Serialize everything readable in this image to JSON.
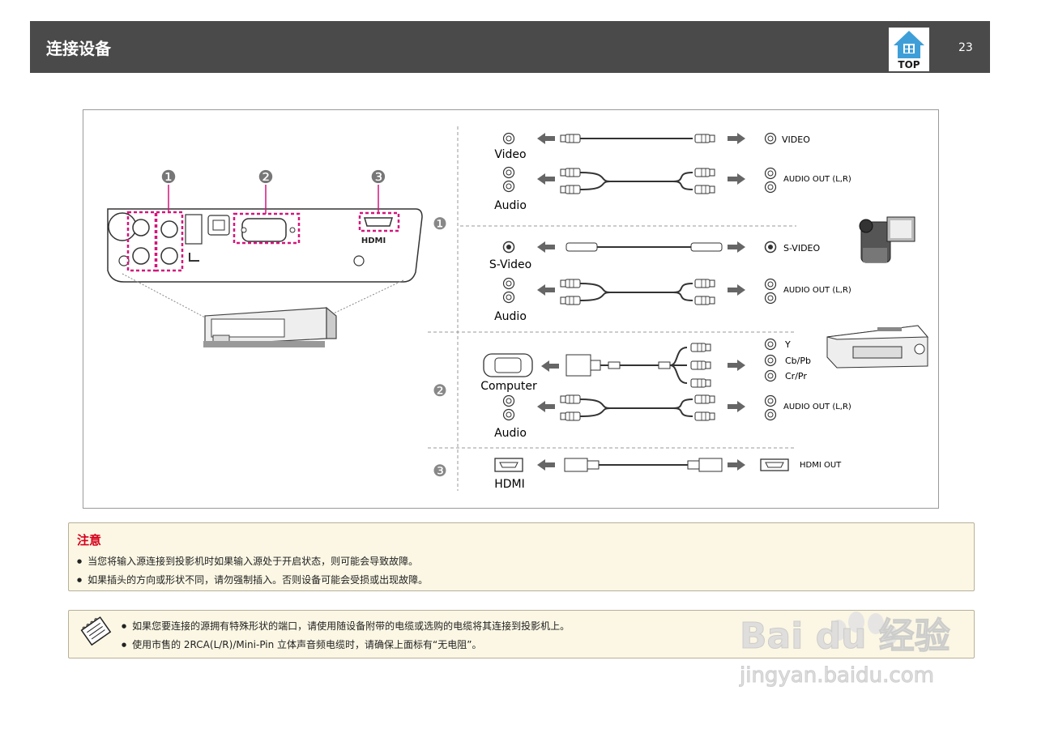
{
  "header": {
    "title": "连接设备",
    "page_number": "23",
    "top_label": "TOP"
  },
  "figure": {
    "projector_labels": {
      "callout_1": "❶",
      "callout_2": "❷",
      "callout_3": "❸",
      "hdmi_logo": "HDMI"
    },
    "rows": {
      "group_1": {
        "marker": "❶",
        "video": {
          "source": "Video",
          "target": "VIDEO"
        },
        "audio_a": {
          "source": "Audio",
          "target": "AUDIO OUT (L,R)"
        },
        "svideo": {
          "source": "S-Video",
          "target": "S-VIDEO"
        },
        "audio_b": {
          "source": "Audio",
          "target": "AUDIO OUT (L,R)"
        }
      },
      "group_2": {
        "marker": "❷",
        "computer": {
          "source": "Computer",
          "targets": [
            "Y",
            "Cb/Pb",
            "Cr/Pr"
          ]
        },
        "audio": {
          "source": "Audio",
          "target": "AUDIO OUT (L,R)"
        }
      },
      "group_3": {
        "marker": "❸",
        "hdmi": {
          "source": "HDMI",
          "target": "HDMI OUT"
        }
      }
    }
  },
  "caution": {
    "title": "注意",
    "items": [
      "当您将输入源连接到投影机时如果输入源处于开启状态，则可能会导致故障。",
      "如果插头的方向或形状不同，请勿强制插入。否则设备可能会受损或出现故障。"
    ]
  },
  "note": {
    "items": [
      "如果您要连接的源拥有特殊形状的端口，请使用随设备附带的电缆或选购的电缆将其连接到投影机上。",
      "使用市售的 2RCA(L/R)/Mini-Pin 立体声音频电缆时，请确保上面标有“无电阻”。"
    ]
  },
  "watermark": {
    "brand": "Bai du 经验",
    "url": "jingyan.baidu.com"
  },
  "colors": {
    "header_bg": "#4a4a4a",
    "accent_magenta": "#d4157c",
    "caution_red": "#d6001c",
    "box_bg": "#fbf7e4"
  }
}
